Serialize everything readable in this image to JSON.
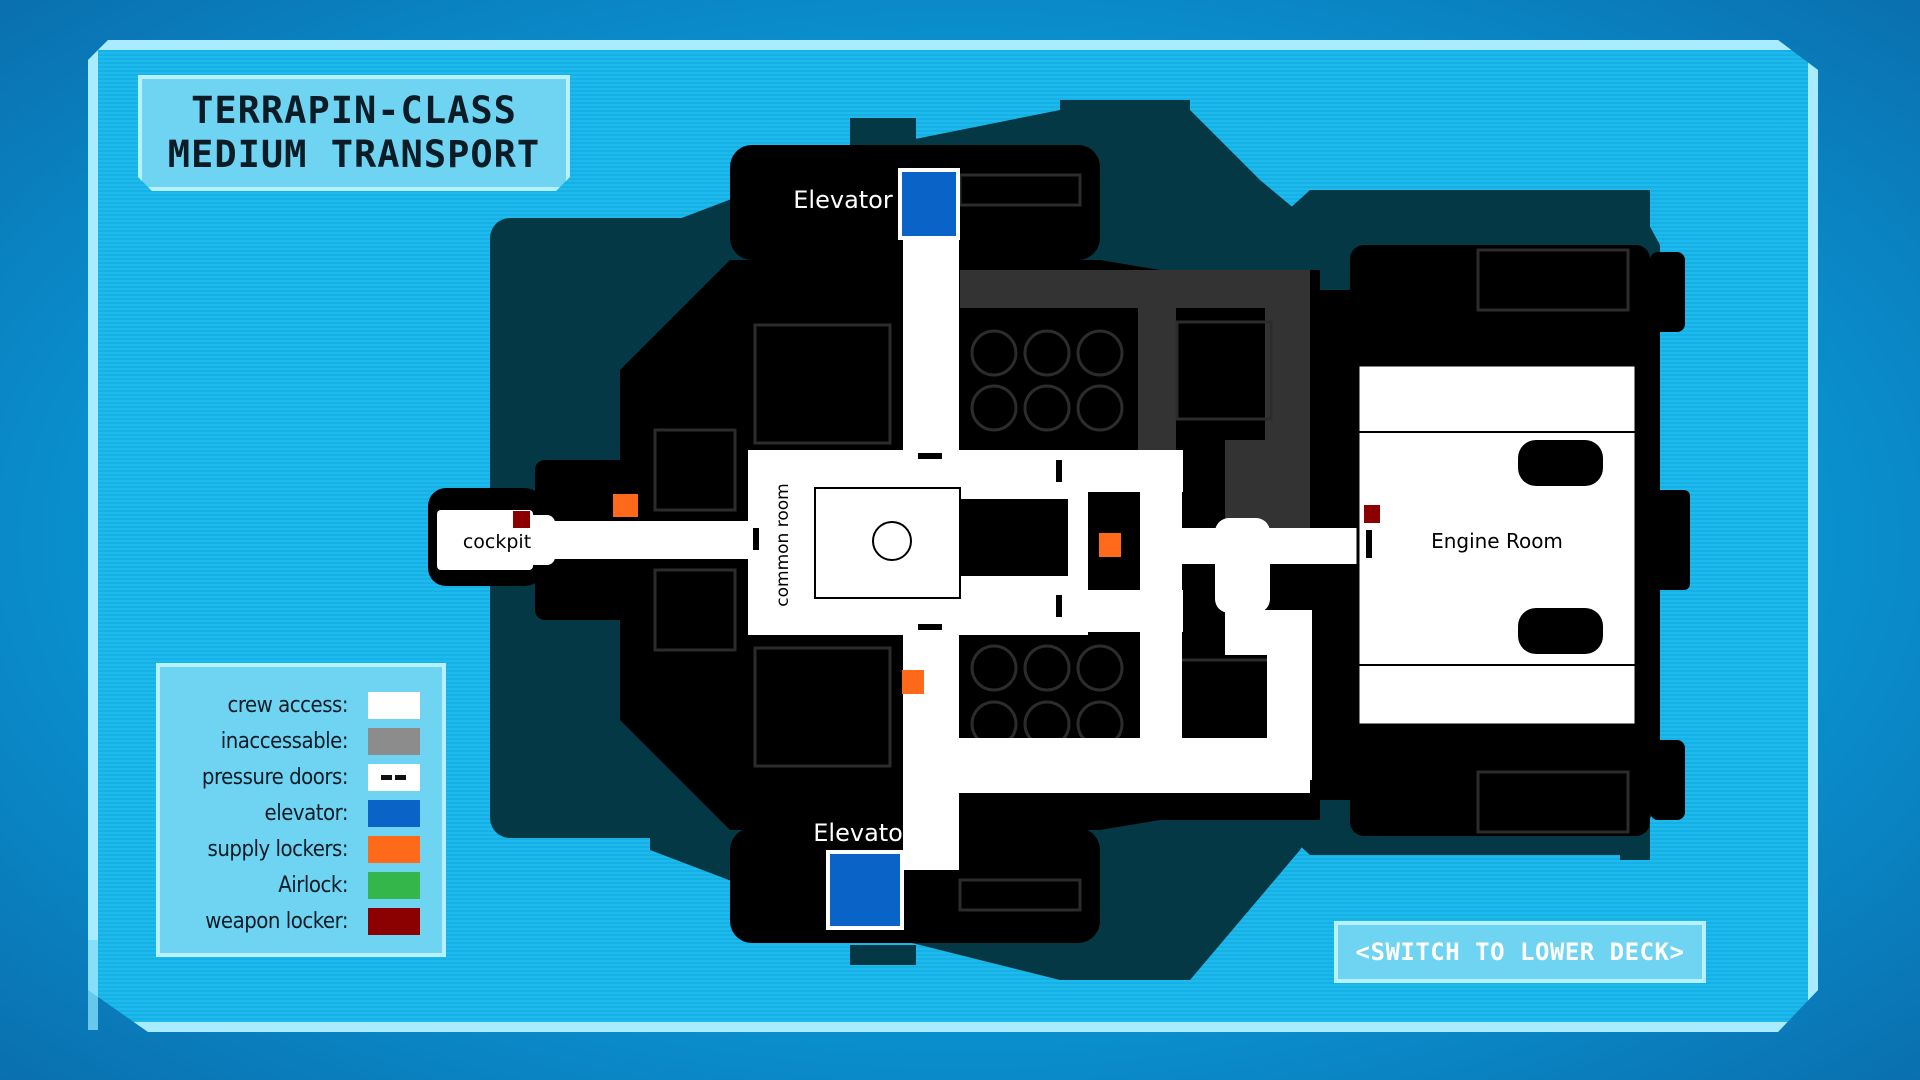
{
  "title": {
    "line1": "TERRAPIN-CLASS",
    "line2": "MEDIUM TRANSPORT"
  },
  "rooms": {
    "cockpit": "cockpit",
    "common_room": "common room",
    "elevator_top": "Elevator",
    "elevator_bottom": "Elevator",
    "engine_room": "Engine Room"
  },
  "legend": {
    "items": [
      {
        "label": "crew access:",
        "color": "#ffffff",
        "kind": "fill"
      },
      {
        "label": "inaccessable:",
        "color": "#8c8c8c",
        "kind": "fill"
      },
      {
        "label": "pressure doors:",
        "color": "#ffffff",
        "kind": "doors"
      },
      {
        "label": "elevator:",
        "color": "#0a64c8",
        "kind": "fill"
      },
      {
        "label": "supply lockers:",
        "color": "#ff6a1a",
        "kind": "fill"
      },
      {
        "label": "Airlock:",
        "color": "#34b64a",
        "kind": "fill"
      },
      {
        "label": "weapon locker:",
        "color": "#8b0000",
        "kind": "fill"
      }
    ]
  },
  "switch_deck_label": "<SWITCH TO LOWER DECK>",
  "colors": {
    "hull_dark": "#053845",
    "hull_black": "#000000",
    "crew_access": "#ffffff",
    "inaccessible": "#333333",
    "elevator": "#0a64c8",
    "supply_locker": "#ff6a1a",
    "weapon_locker": "#8b0000"
  }
}
